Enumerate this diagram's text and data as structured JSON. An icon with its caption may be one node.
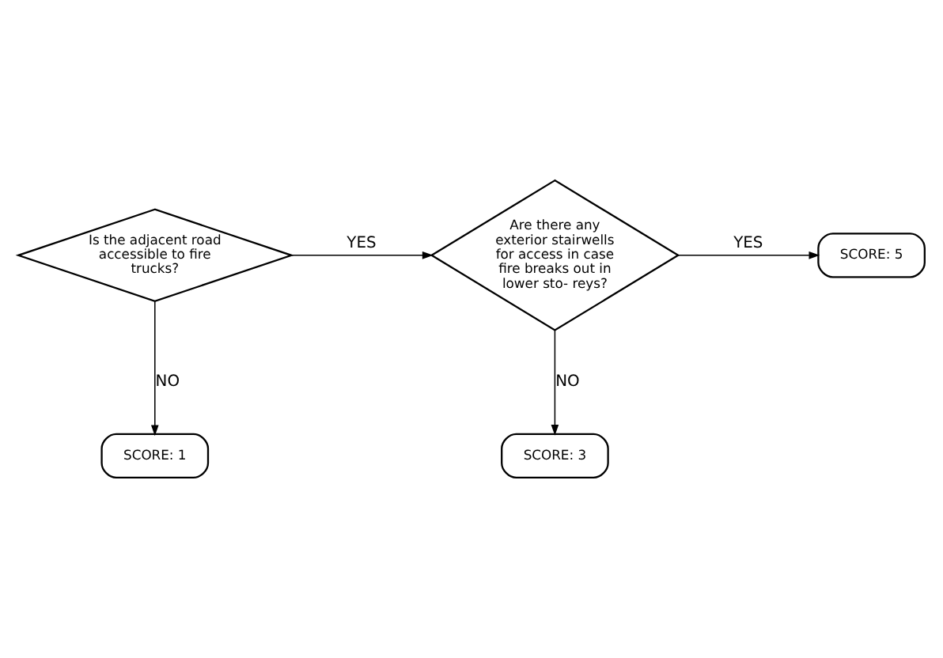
{
  "diagram": {
    "nodes": [
      {
        "text": [
          "Is the adjacent road accessible to fire trucks?"
        ]
      },
      {
        "text": [
          "Are there any exterior stairwells for access in case fire breaks out in lower sto- reys?"
        ]
      },
      {
        "text": [
          "SCORE: 5"
        ]
      },
      {
        "text": [
          "SCORE: 1"
        ]
      },
      {
        "text": [
          "SCORE: 3"
        ]
      }
    ],
    "edges": [
      {
        "from": 0,
        "to": 1,
        "arrow": "to",
        "label": "YES"
      },
      {
        "from": 1,
        "to": 2,
        "arrow": "to",
        "label": "YES"
      },
      {
        "from": 0,
        "to": 3,
        "arrow": "to",
        "label": "NO"
      },
      {
        "from": 1,
        "to": 4,
        "arrow": "to",
        "label": "NO"
      }
    ]
  }
}
